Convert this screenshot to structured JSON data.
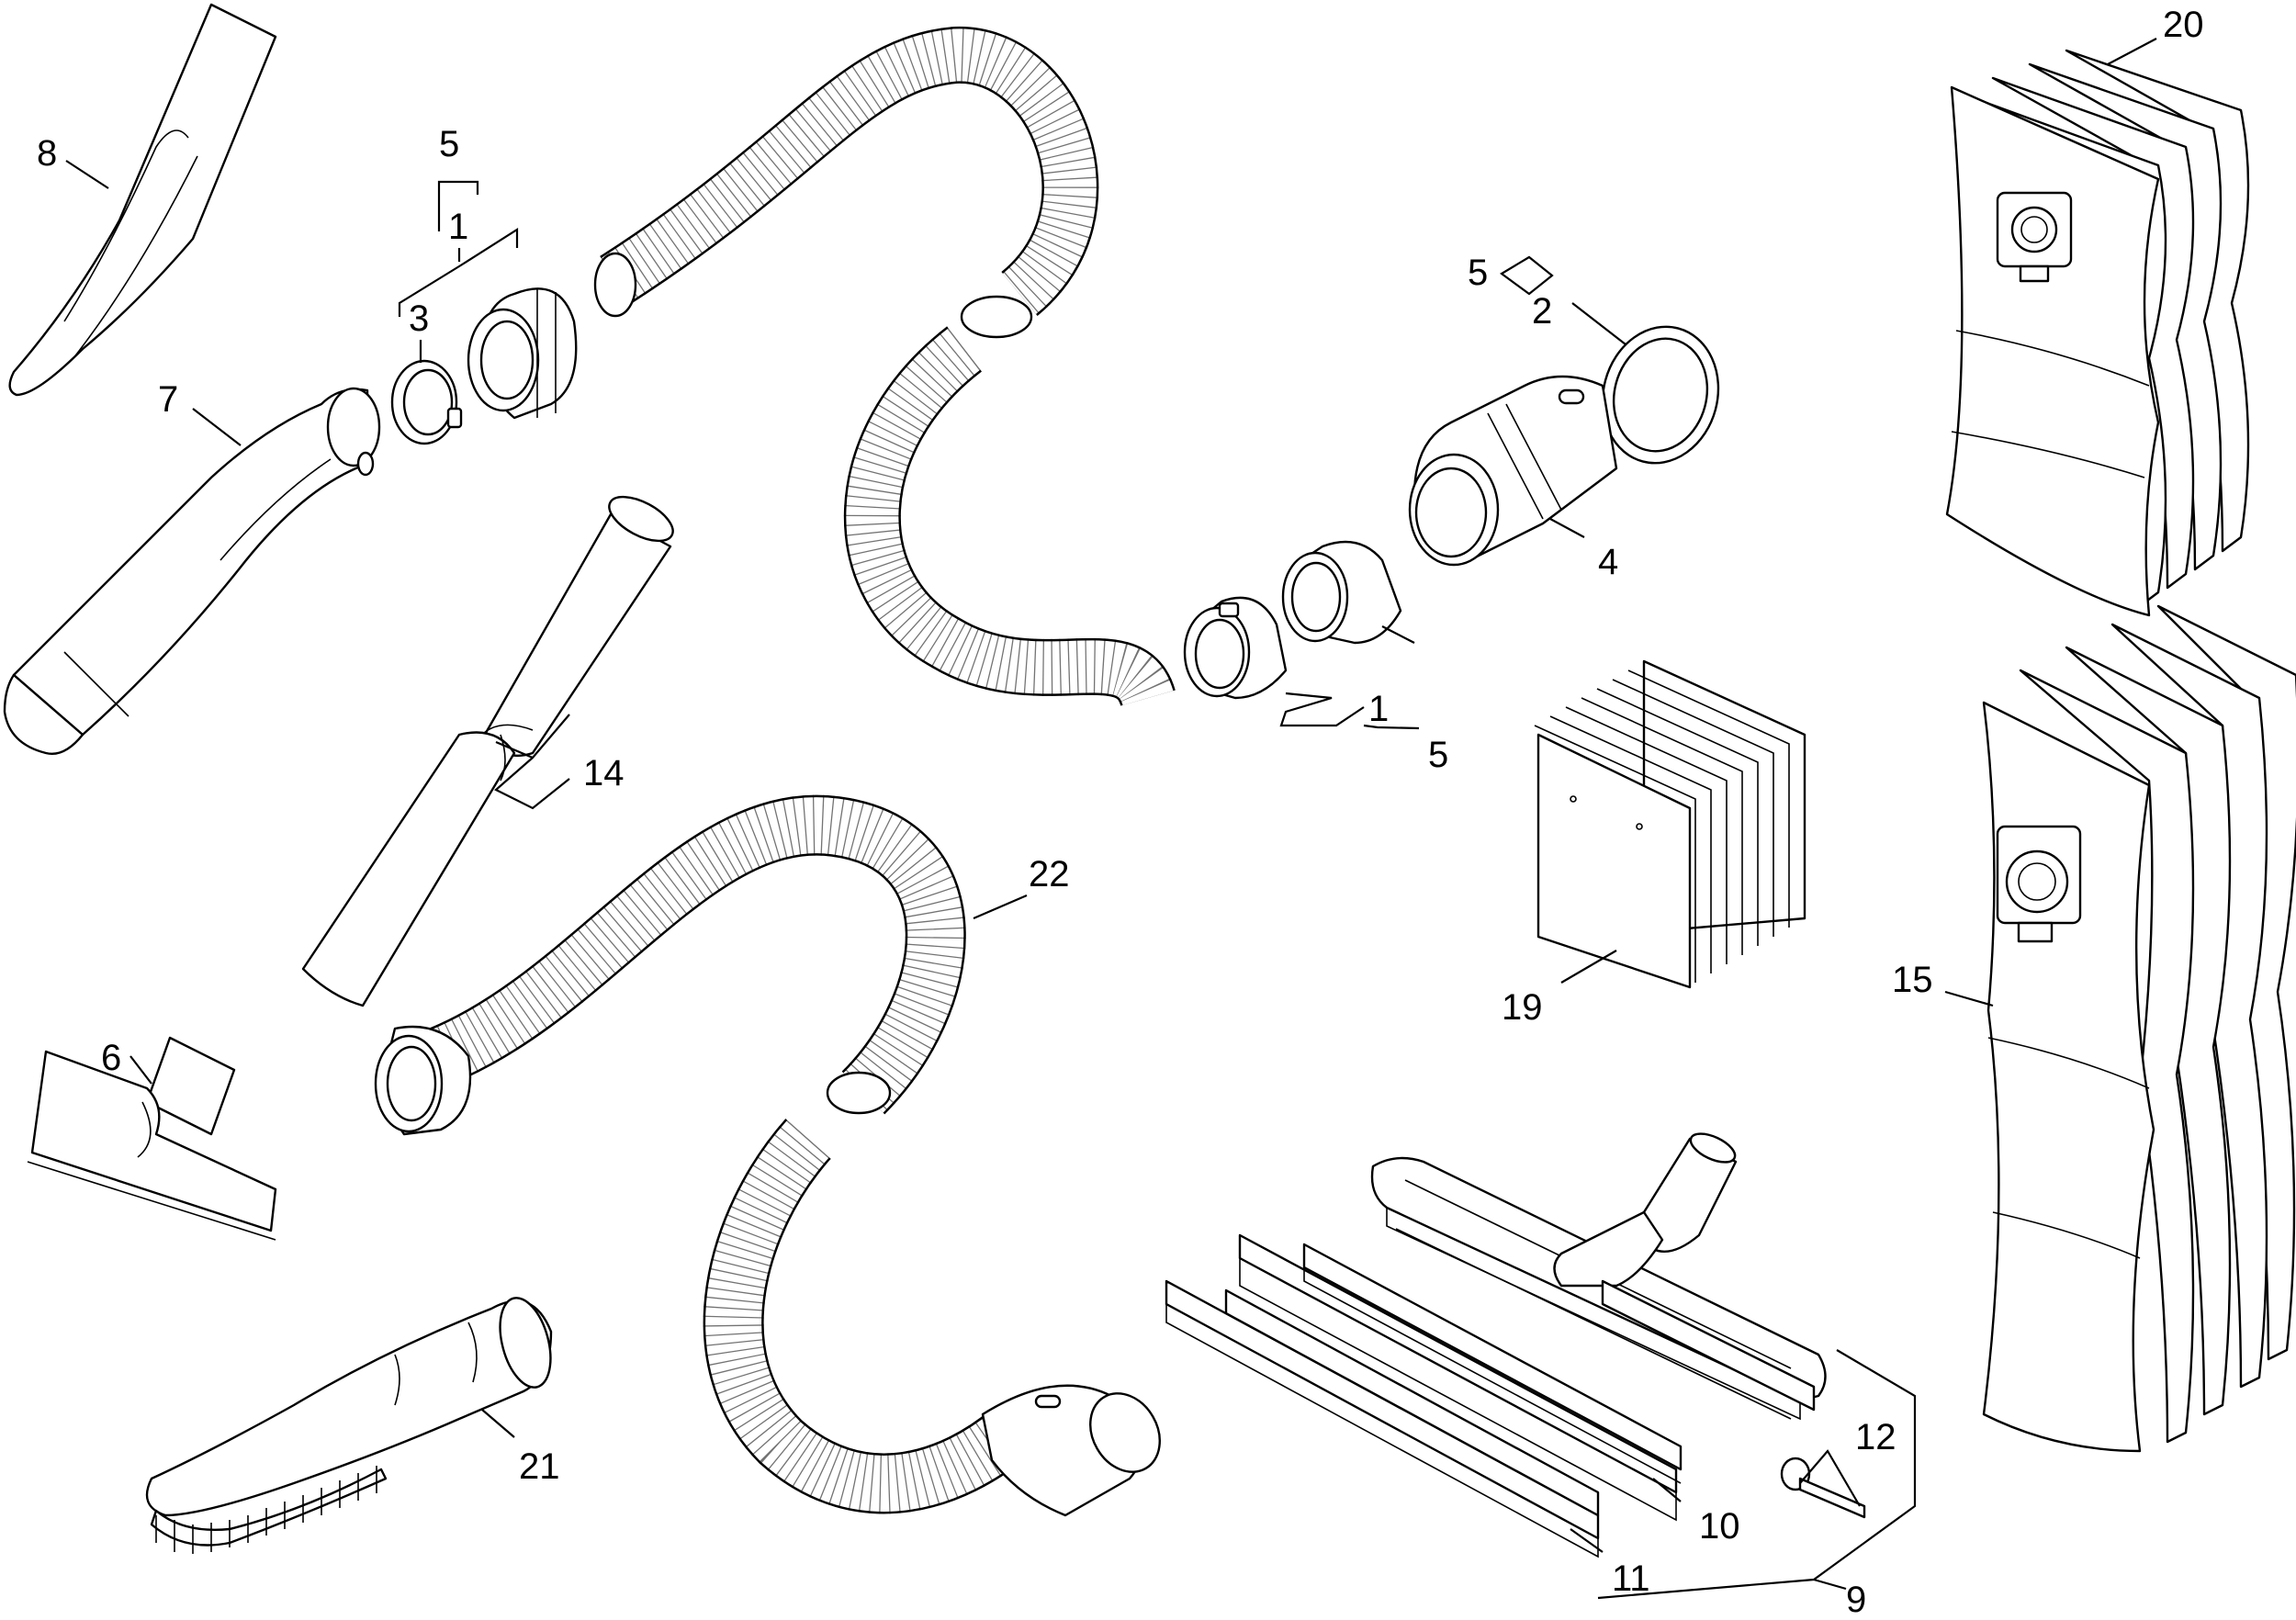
{
  "diagram": {
    "callouts": {
      "part_1_top": "1",
      "part_1_bottom": "1",
      "part_2": "2",
      "part_3": "3",
      "part_4": "4",
      "part_5_top": "5",
      "part_5_mid": "5",
      "part_5_bottom": "5",
      "part_6": "6",
      "part_7": "7",
      "part_8": "8",
      "part_9": "9",
      "part_10": "10",
      "part_11": "11",
      "part_12": "12",
      "part_14": "14",
      "part_15": "15",
      "part_19": "19",
      "part_20": "20",
      "part_21": "21",
      "part_22": "22"
    }
  }
}
